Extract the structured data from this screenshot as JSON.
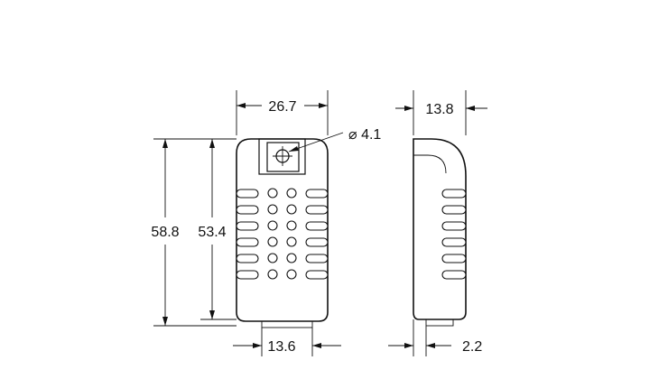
{
  "drawing": {
    "dimensions": {
      "front_width": "26.7",
      "hole_diameter": "⌀ 4.1",
      "overall_height": "58.8",
      "body_height": "53.4",
      "bottom_width": "13.6",
      "side_depth": "13.8",
      "side_bottom": "2.2"
    },
    "colors": {
      "line": "#111111",
      "background": "#ffffff"
    }
  }
}
